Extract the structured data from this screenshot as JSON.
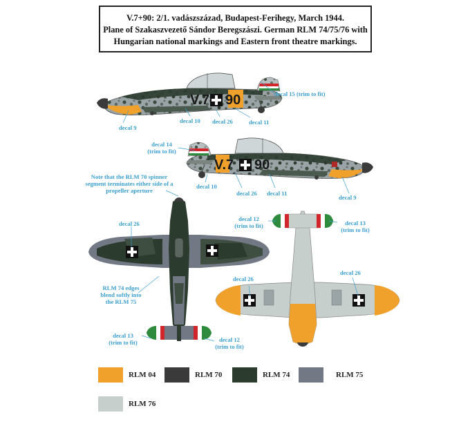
{
  "header": {
    "line1": "V.7+90: 2/1. vadászszázad, Budapest-Ferihegy, March 1944.",
    "line2": "Plane of  Szakaszvezető Sándor Beregszászi. German RLM 74/75/76 with",
    "line3": "Hungarian national markings and Eastern front theatre markings."
  },
  "aircraft": {
    "code_left": "V.7",
    "code_cross": "+",
    "code_right": "90"
  },
  "callouts": {
    "decal15": "decal 15 (trim to fit)",
    "decal9_a": "decal 9",
    "decal10_a": "decal 10",
    "decal26_a": "decal 26",
    "decal11_a": "decal 11",
    "decal14_line1": "decal 14",
    "decal14_line2": "(trim to fit)",
    "decal10_b": "decal 10",
    "decal26_b": "decal 26",
    "decal11_b": "decal 11",
    "decal9_b": "decal 9",
    "spinner_note": "Note that the RLM 70 spinner segment terminates either side of a propeller aperture",
    "decal26_c": "decal 26",
    "blend_note": "RLM 74 edges blend softly into the RLM 75",
    "decal13_a_line1": "decal 13",
    "decal13_a_line2": "(trim to fit)",
    "decal12_a_line1": "decal 12",
    "decal12_a_line2": "(trim to fit)",
    "decal12_b_line1": "decal 12",
    "decal12_b_line2": "(trim to fit)",
    "decal13_b_line1": "decal 13",
    "decal13_b_line2": "(trim to fit)",
    "decal26_d": "decal 26",
    "decal26_e": "decal 26"
  },
  "legend": {
    "items": [
      {
        "name": "RLM 04",
        "color": "#f0a12c"
      },
      {
        "name": "RLM 70",
        "color": "#3a3a3a"
      },
      {
        "name": "RLM 74",
        "color": "#2b3b2e"
      },
      {
        "name": "RLM 75",
        "color": "#727884"
      },
      {
        "name": "RLM 76",
        "color": "#c6cfcc"
      }
    ]
  },
  "colors": {
    "callout": "#3a9fcf",
    "hu_red": "#d0262c",
    "hu_green": "#2e8b3e",
    "hu_white": "#ffffff"
  }
}
